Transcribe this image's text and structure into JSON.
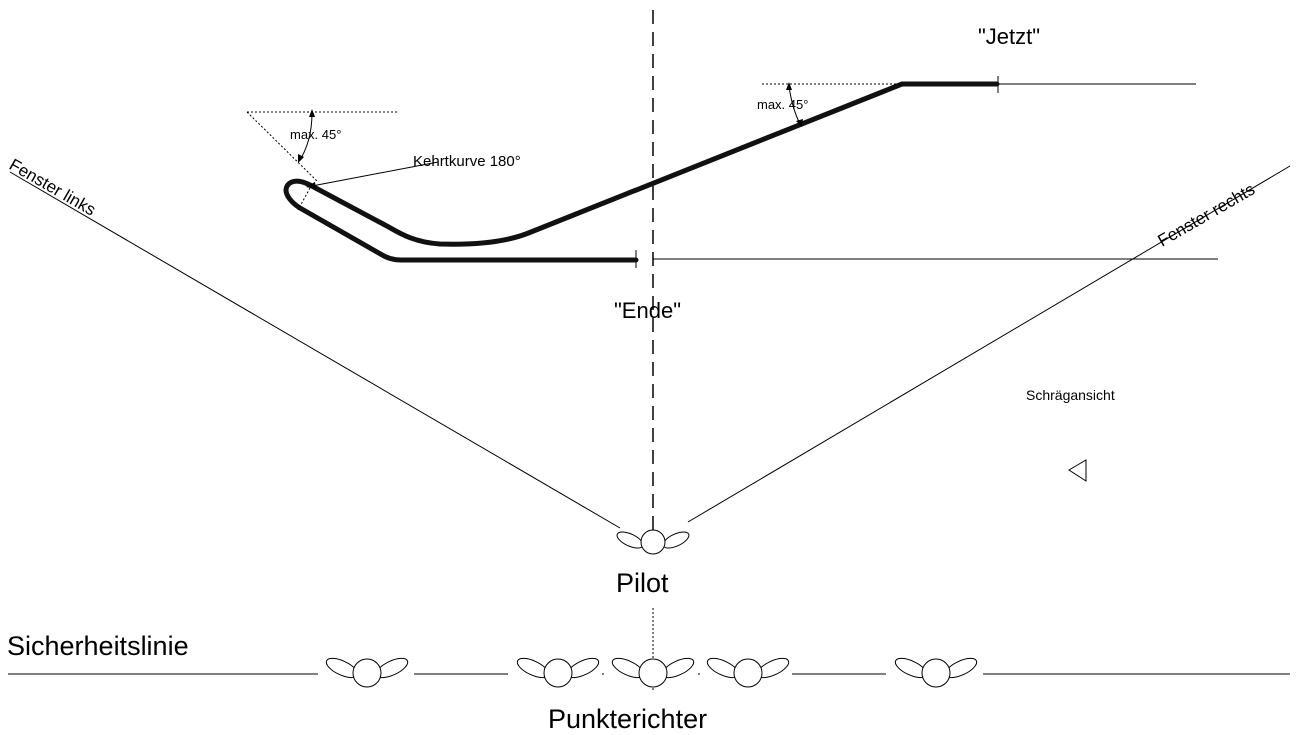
{
  "labels": {
    "jetzt": "\"Jetzt\"",
    "ende": "\"Ende\"",
    "kehrtkurve": "Kehrtkurve 180°",
    "max_angle_left": "max. 45°",
    "max_angle_right": "max. 45°",
    "fenster_links": "Fenster links",
    "fenster_rechts": "Fenster rechts",
    "schraegansicht": "Schrägansicht",
    "pilot": "Pilot",
    "sicherheitslinie": "Sicherheitslinie",
    "punkterichter": "Punkterichter"
  },
  "icons": {
    "view_marker": "triangle-left-icon",
    "person": "person-top-view-icon"
  },
  "judges_count_label": "5"
}
